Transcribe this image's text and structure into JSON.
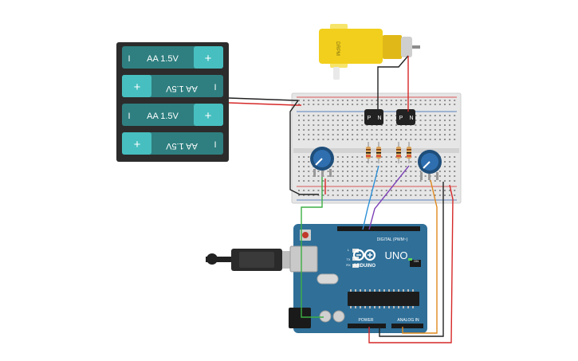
{
  "battery": {
    "cells": [
      {
        "label": "AA 1.5V",
        "plus": "+",
        "minus": "I",
        "flipped": false
      },
      {
        "label": "AA 1.5V",
        "plus": "+",
        "minus": "I",
        "flipped": true
      },
      {
        "label": "AA 1.5V",
        "plus": "+",
        "minus": "I",
        "flipped": false
      },
      {
        "label": "AA 1.5V",
        "plus": "+",
        "minus": "I",
        "flipped": true
      }
    ]
  },
  "motor": {
    "label": "DRPM"
  },
  "transistors": [
    {
      "left": "P",
      "right": "N"
    },
    {
      "left": "P",
      "right": "N"
    }
  ],
  "arduino": {
    "brand": "ARDUINO",
    "model": "UNO",
    "digital_label": "DIGITAL (PWM~)",
    "power_label": "POWER",
    "analog_label": "ANALOG IN",
    "on_label": "ON",
    "tx_label": "TX",
    "rx_label": "RX",
    "l_label": "L"
  },
  "colors": {
    "battery_body": "#2c2c2c",
    "cell": "#2f7f80",
    "cell_cap": "#47bfc0",
    "motor": "#f2cf1c",
    "arduino": "#2f6f98",
    "breadboard": "#e6e6e6",
    "wire_red": "#d62828",
    "wire_black": "#222222",
    "wire_green": "#3cb043",
    "wire_blue": "#2b8fd6",
    "wire_purple": "#7b3fb5",
    "wire_orange": "#e08a1e"
  }
}
